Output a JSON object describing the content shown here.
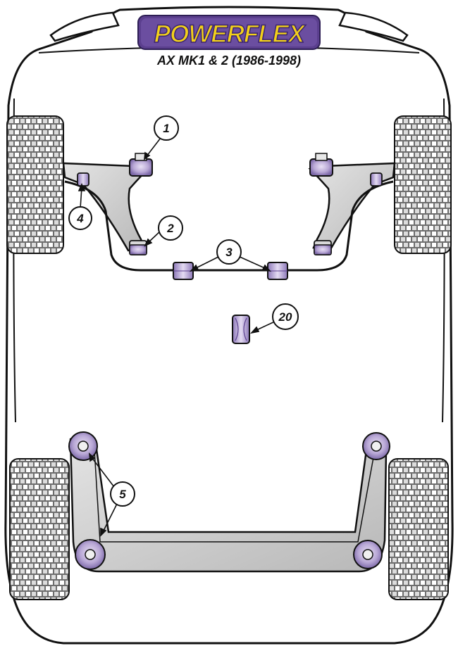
{
  "brand": {
    "logo_text": "POWERFLEX",
    "subtitle": "AX MK1 & 2 (1986-1998)"
  },
  "callouts": [
    "1",
    "2",
    "3",
    "4",
    "5",
    "20"
  ],
  "colors": {
    "outline": "#111111",
    "bush_purple": "#b9a8d6",
    "bush_dark": "#6f5a9a",
    "metal_grey": "#cfcfcf",
    "logo_yellow": "#f3d11a",
    "logo_purple": "#5b3f8e",
    "tyre_grey": "#6e6e6e"
  }
}
